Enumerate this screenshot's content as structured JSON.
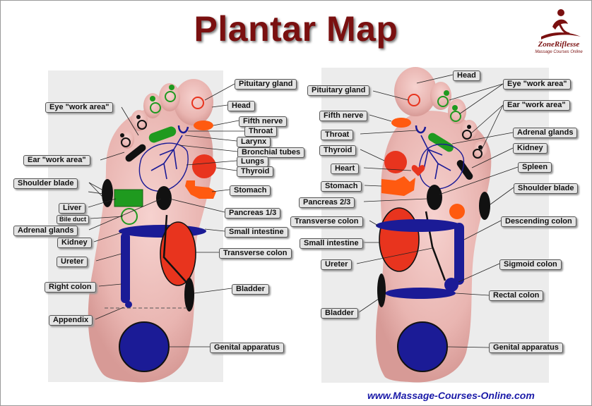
{
  "title": "Plantar Map",
  "logo": {
    "name": "ZoneRiflesse",
    "tagline": "Massage Courses Online"
  },
  "url": "www.Massage-Courses-Online.com",
  "colors": {
    "title": "#7a1010",
    "red": "#e8341e",
    "orange": "#ff5a10",
    "blue": "#1b1b96",
    "green": "#1f9a1f",
    "black": "#111111",
    "url": "#1a1aa8"
  },
  "left_foot": {
    "labels": {
      "pituitary": "Pituitary gland",
      "head": "Head",
      "eye": "Eye \"work area\"",
      "fifth_nerve": "Fifth nerve",
      "throat": "Throat",
      "larynx": "Larynx",
      "bronchial": "Bronchial tubes",
      "ear": "Ear \"work area\"",
      "lungs": "Lungs",
      "thyroid": "Thyroid",
      "shoulder": "Shoulder blade",
      "stomach": "Stomach",
      "liver": "Liver",
      "pancreas": "Pancreas 1/3",
      "bile": "Bile duct",
      "adrenal": "Adrenal glands",
      "small_int": "Small intestine",
      "kidney": "Kidney",
      "transverse": "Transverse colon",
      "ureter": "Ureter",
      "right_colon": "Right colon",
      "bladder": "Bladder",
      "appendix": "Appendix",
      "genital": "Genital apparatus"
    }
  },
  "right_foot": {
    "labels": {
      "head": "Head",
      "pituitary": "Pituitary gland",
      "eye": "Eye \"work area\"",
      "ear": "Ear \"work area\"",
      "fifth_nerve": "Fifth nerve",
      "adrenal": "Adrenal glands",
      "throat": "Throat",
      "kidney": "Kidney",
      "thyroid": "Thyroid",
      "spleen": "Spleen",
      "heart": "Heart",
      "stomach": "Stomach",
      "shoulder": "Shoulder blade",
      "pancreas": "Pancreas 2/3",
      "transverse": "Transverse colon",
      "descending": "Descending colon",
      "small_int": "Small intestine",
      "ureter": "Ureter",
      "sigmoid": "Sigmoid colon",
      "rectal": "Rectal colon",
      "bladder": "Bladder",
      "genital": "Genital apparatus"
    }
  }
}
